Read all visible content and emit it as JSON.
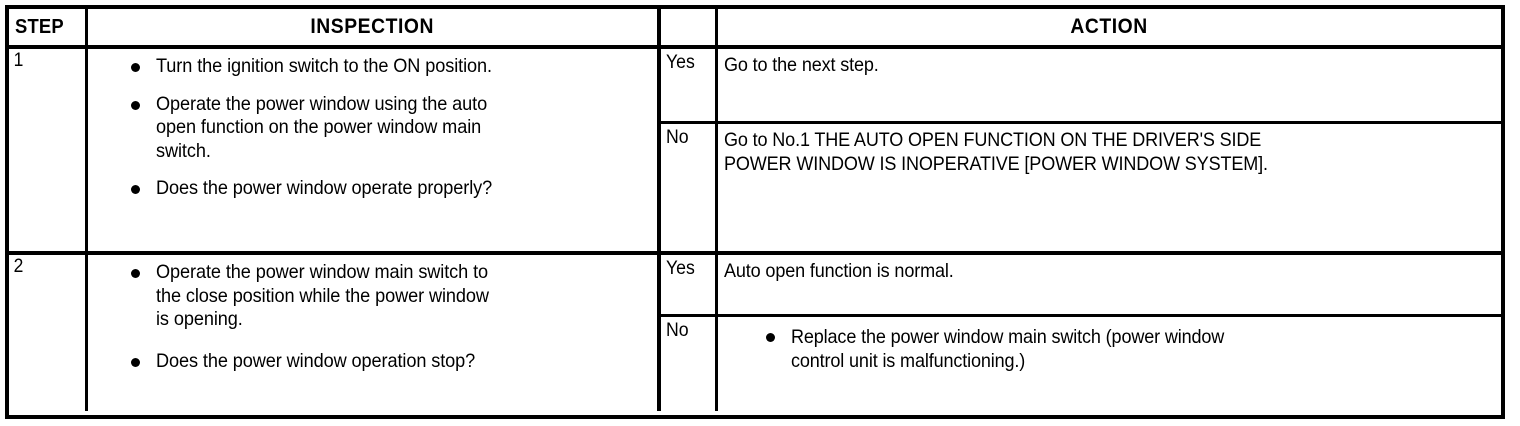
{
  "table": {
    "headers": {
      "step": "STEP",
      "inspection": "INSPECTION",
      "action": "ACTION"
    },
    "rows": [
      {
        "step": "1",
        "inspection_bullets": [
          "Turn the ignition switch to the ON position.",
          "Operate the power window using the auto\nopen function on the power window main\nswitch.",
          "Does the power window operate properly?"
        ],
        "results": [
          {
            "label": "Yes",
            "action_text": "Go to the next step.",
            "action_has_bullet": false
          },
          {
            "label": "No",
            "action_text": "Go to No.1 THE AUTO OPEN FUNCTION ON THE DRIVER'S SIDE\nPOWER WINDOW IS INOPERATIVE [POWER WINDOW SYSTEM].",
            "action_has_bullet": false
          }
        ]
      },
      {
        "step": "2",
        "inspection_bullets": [
          "Operate the power window main switch to\nthe close position while the power window\nis opening.",
          "Does the power window operation stop?"
        ],
        "results": [
          {
            "label": "Yes",
            "action_text": "Auto open function is normal.",
            "action_has_bullet": false
          },
          {
            "label": "No",
            "action_text": "Replace the power window main switch (power window\ncontrol unit is malfunctioning.)",
            "action_has_bullet": true
          }
        ]
      }
    ]
  },
  "colors": {
    "border": "#000000",
    "text": "#000000",
    "background": "#ffffff"
  }
}
